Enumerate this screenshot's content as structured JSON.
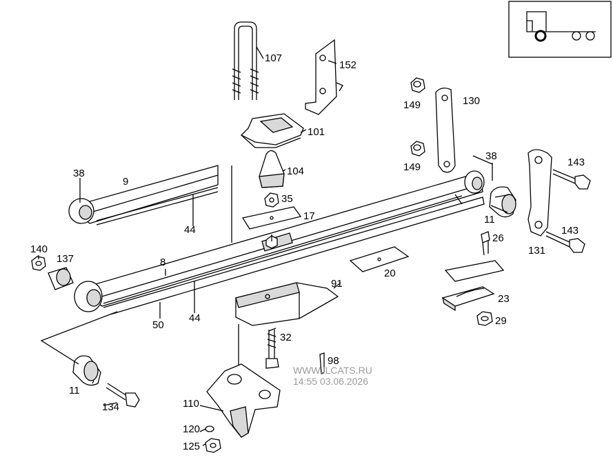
{
  "diagram": {
    "part_labels": [
      "107",
      "152",
      "101",
      "104",
      "35",
      "17",
      "149",
      "130",
      "149",
      "38",
      "143",
      "11",
      "143",
      "26",
      "131",
      "38",
      "9",
      "44",
      "140",
      "137",
      "8",
      "44",
      "50",
      "91",
      "20",
      "23",
      "29",
      "32",
      "98",
      "11",
      "134",
      "110",
      "120",
      "125"
    ]
  },
  "watermark": {
    "site": "WWW.ILCATS.RU",
    "timestamp": "14:55 03.06.2026"
  },
  "inset": {
    "icon": "truck-rear-axle-icon"
  }
}
